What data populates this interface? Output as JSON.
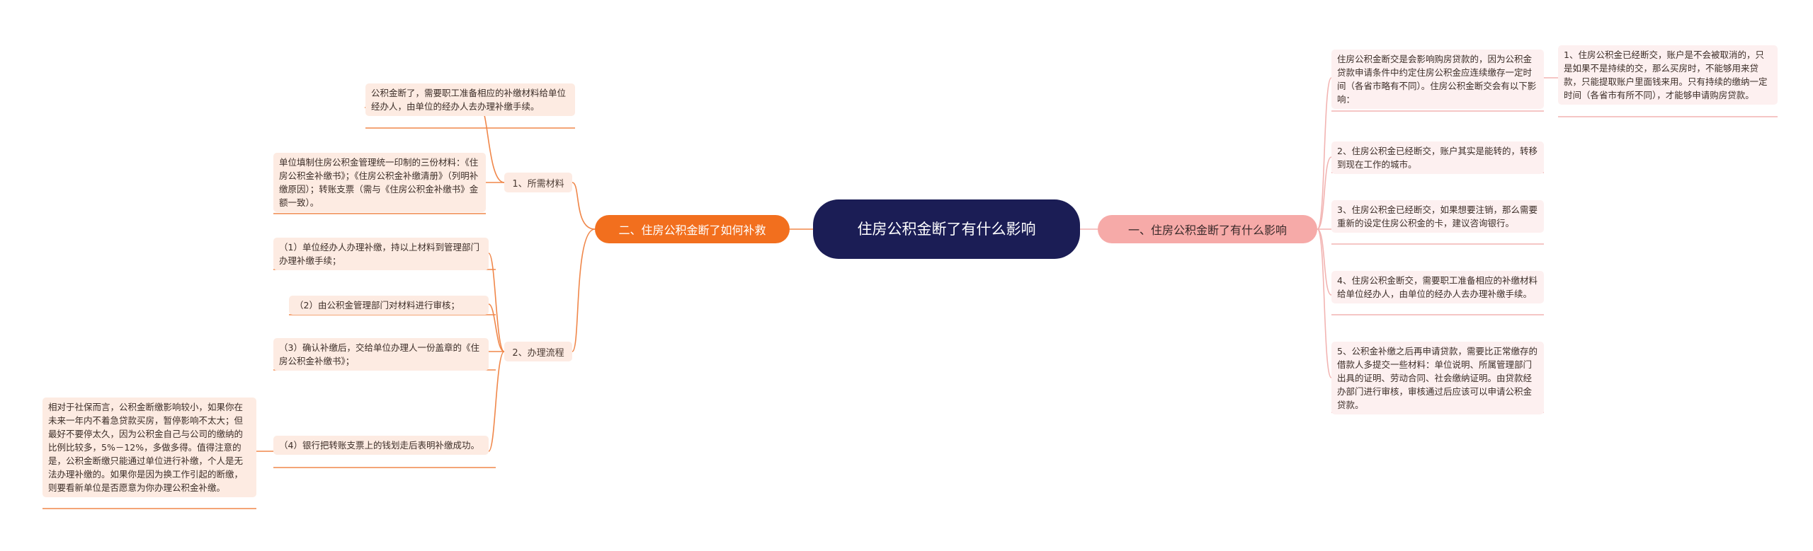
{
  "root": {
    "title": "住房公积金断了有什么影响"
  },
  "colors": {
    "root": "#1b1d55",
    "left_branch": "#f26f1e",
    "right_branch": "#f6aaa8",
    "left_line": "#f0874a",
    "right_line": "#f2b4b2"
  },
  "left": {
    "label": "二、住房公积金断了如何补救",
    "materials": {
      "label": "1、所需材料",
      "items": [
        "公积金断了，需要职工准备相应的补缴材料给单位经办人，由单位的经办人去办理补缴手续。",
        "单位填制住房公积金管理统一印制的三份材料：《住房公积金补缴书》；《住房公积金补缴清册》（列明补缴原因）；转账支票（需与《住房公积金补缴书》金额一致）。"
      ]
    },
    "process": {
      "label": "2、办理流程",
      "items": [
        "（1）单位经办人办理补缴，持以上材料到管理部门办理补缴手续；",
        "（2）由公积金管理部门对材料进行审核；",
        "（3）确认补缴后，交给单位办理人一份盖章的《住房公积金补缴书》；",
        "（4）银行把转账支票上的钱划走后表明补缴成功。"
      ],
      "note": "相对于社保而言，公积金断缴影响较小，如果你在未来一年内不着急贷款买房，暂停影响不太大；但最好不要停太久，因为公积金自己与公司的缴纳的比例比较多，5%－12%，多做多得。值得注意的是，公积金断缴只能通过单位进行补缴，个人是无法办理补缴的。如果你是因为换工作引起的断缴，则要看新单位是否愿意为你办理公积金补缴。"
    }
  },
  "right": {
    "label": "一、住房公积金断了有什么影响",
    "intro": "住房公积金断交是会影响购房贷款的，因为公积金贷款申请条件中约定住房公积金应连续缴存一定时间（各省市略有不同）。住房公积金断交会有以下影响：",
    "intro_detail": "1、住房公积金已经断交，账户是不会被取消的，只是如果不是持续的交，那么买房时，不能够用来贷款，只能提取账户里面钱来用。只有持续的缴纳一定时间（各省市有所不同），才能够申请购房贷款。",
    "items": [
      "2、住房公积金已经断交，账户其实是能转的，转移到现在工作的城市。",
      "3、住房公积金已经断交，如果想要注销，那么需要重新的设定住房公积金的卡，建议咨询银行。",
      "4、住房公积金断交，需要职工准备相应的补缴材料给单位经办人，由单位的经办人去办理补缴手续。",
      "5、公积金补缴之后再申请贷款，需要比正常缴存的借款人多提交一些材料：单位说明、所属管理部门出具的证明、劳动合同、社会缴纳证明。由贷款经办部门进行审核，审核通过后应该可以申请公积金贷款。"
    ]
  }
}
